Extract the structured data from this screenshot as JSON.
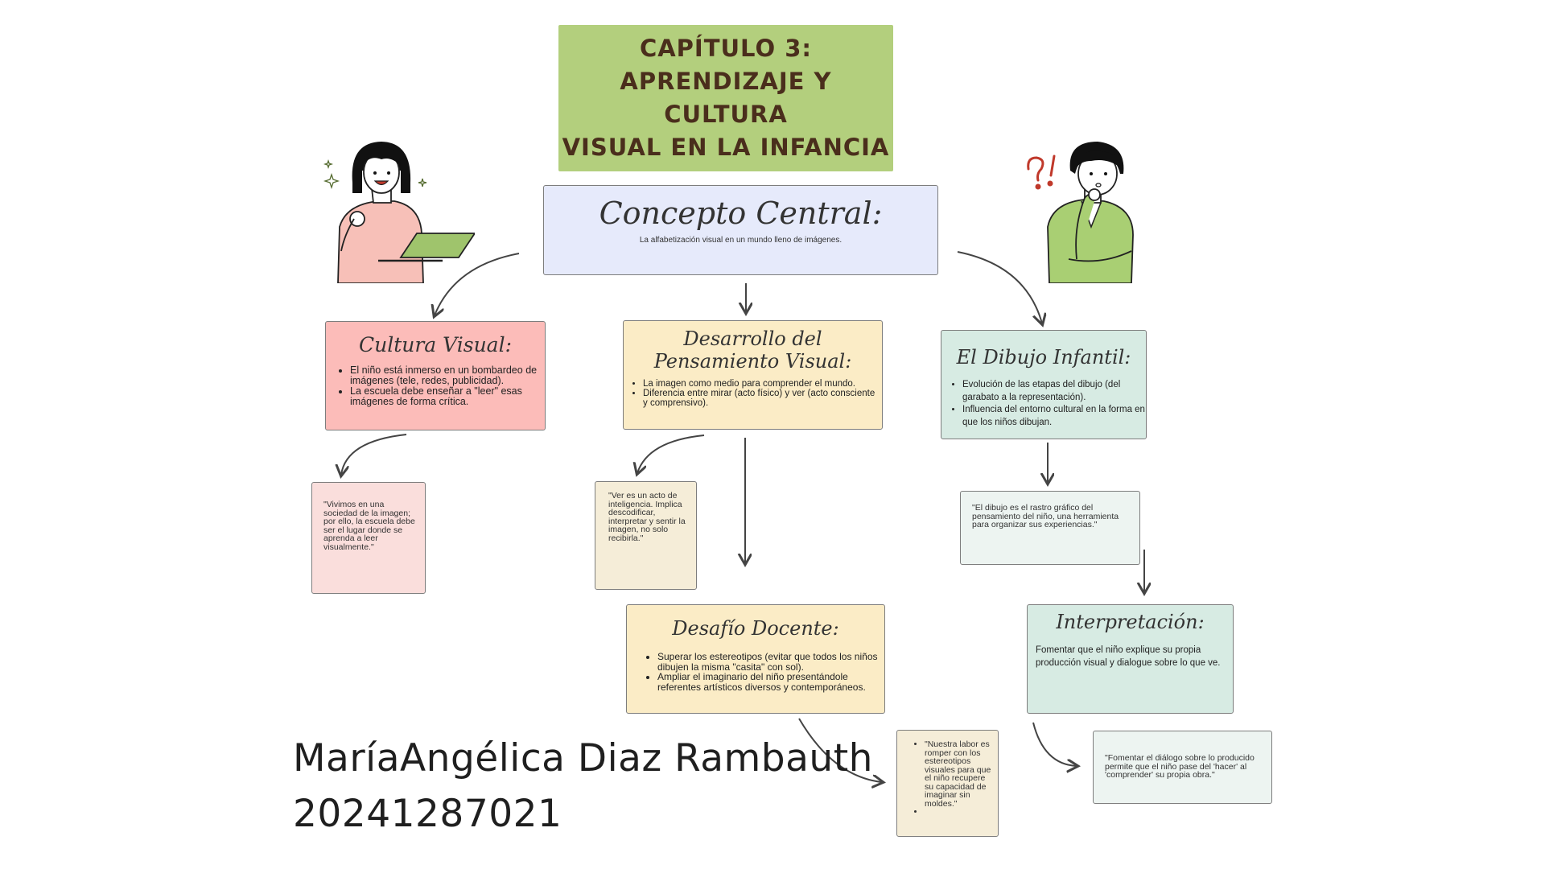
{
  "title": "CAPÍTULO 3:\nAPRENDIZAJE Y CULTURA\nVISUAL EN LA INFANCIA",
  "central": {
    "heading": "Concepto Central:",
    "description": "La alfabetización visual en un mundo lleno de imágenes."
  },
  "cultura_visual": {
    "heading": "Cultura Visual:",
    "items": [
      "El niño está inmerso en un bombardeo de imágenes (tele, redes, publicidad).",
      "La escuela debe enseñar a \"leer\" esas imágenes de forma crítica."
    ],
    "quote": "\"Vivimos en una sociedad de la imagen; por ello, la escuela debe ser el lugar donde se aprenda a leer visualmente.\""
  },
  "desarrollo": {
    "heading": "Desarrollo del Pensamiento Visual:",
    "items": [
      "La imagen como medio para comprender el mundo.",
      "Diferencia entre mirar (acto físico) y ver (acto consciente y comprensivo)."
    ],
    "quote": "\"Ver es un acto de inteligencia. Implica descodificar, interpretar y sentir la imagen, no solo recibirla.\""
  },
  "dibujo": {
    "heading": "El Dibujo Infantil:",
    "items": [
      "Evolución de las etapas del dibujo (del garabato a la representación).",
      "Influencia del entorno cultural en la forma en que los niños dibujan."
    ],
    "quote": "\"El dibujo es el rastro gráfico del pensamiento del niño, una herramienta para organizar sus experiencias.\""
  },
  "desafio": {
    "heading": "Desafío Docente:",
    "items": [
      "Superar los estereotipos (evitar que todos los niños dibujen la misma \"casita\" con sol).",
      "Ampliar el imaginario del niño presentándole referentes artísticos diversos y contemporáneos."
    ],
    "quote_items": [
      "\"Nuestra labor es romper con los estereotipos visuales para que el niño recupere su capacidad de imaginar sin moldes.\"",
      ""
    ]
  },
  "interpretacion": {
    "heading": "Interpretación:",
    "text": "Fomentar que el niño explique su propia producción visual y dialogue sobre lo que ve.",
    "quote": "\"Fomentar el diálogo sobre lo producido permite que el niño pase del 'hacer' al 'comprender' su propia obra.\""
  },
  "author": {
    "name": "MaríaAngélica Diaz Rambauth",
    "id": "20241287021"
  },
  "colors": {
    "title_bg": "#b3cf7d",
    "central_bg": "#e6eafb",
    "pink": "#fcbcb9",
    "yellow": "#fbecc6",
    "mint": "#d7ebe3"
  },
  "icons": [
    "girl-with-laptop-illustration",
    "boy-thinking-illustration",
    "question-exclamation-icon",
    "sparkle-icon"
  ]
}
